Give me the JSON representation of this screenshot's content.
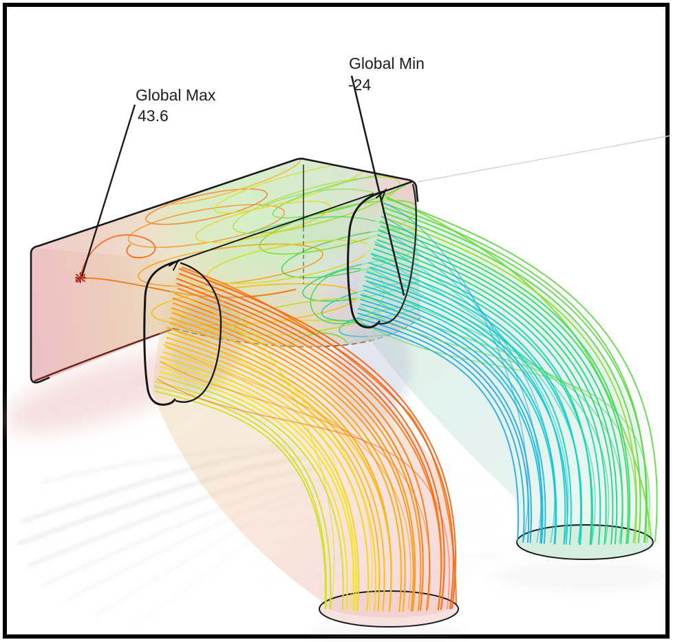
{
  "figure": {
    "kind": "cfd-flow-trajectories-plot",
    "annotations": {
      "global_max": {
        "label": "Global Max",
        "value": "43.6"
      },
      "global_min": {
        "label": "Global Min",
        "value": "-24"
      }
    },
    "colors": {
      "background": "#ffffff",
      "frame": "#000000",
      "leader_line": "#1a1a1a",
      "high_pressure_face": "#e9b6ba",
      "hot_streamline": "#fd8f11",
      "cold_streamline": "#16cfbe",
      "marker": "#b22818"
    }
  }
}
